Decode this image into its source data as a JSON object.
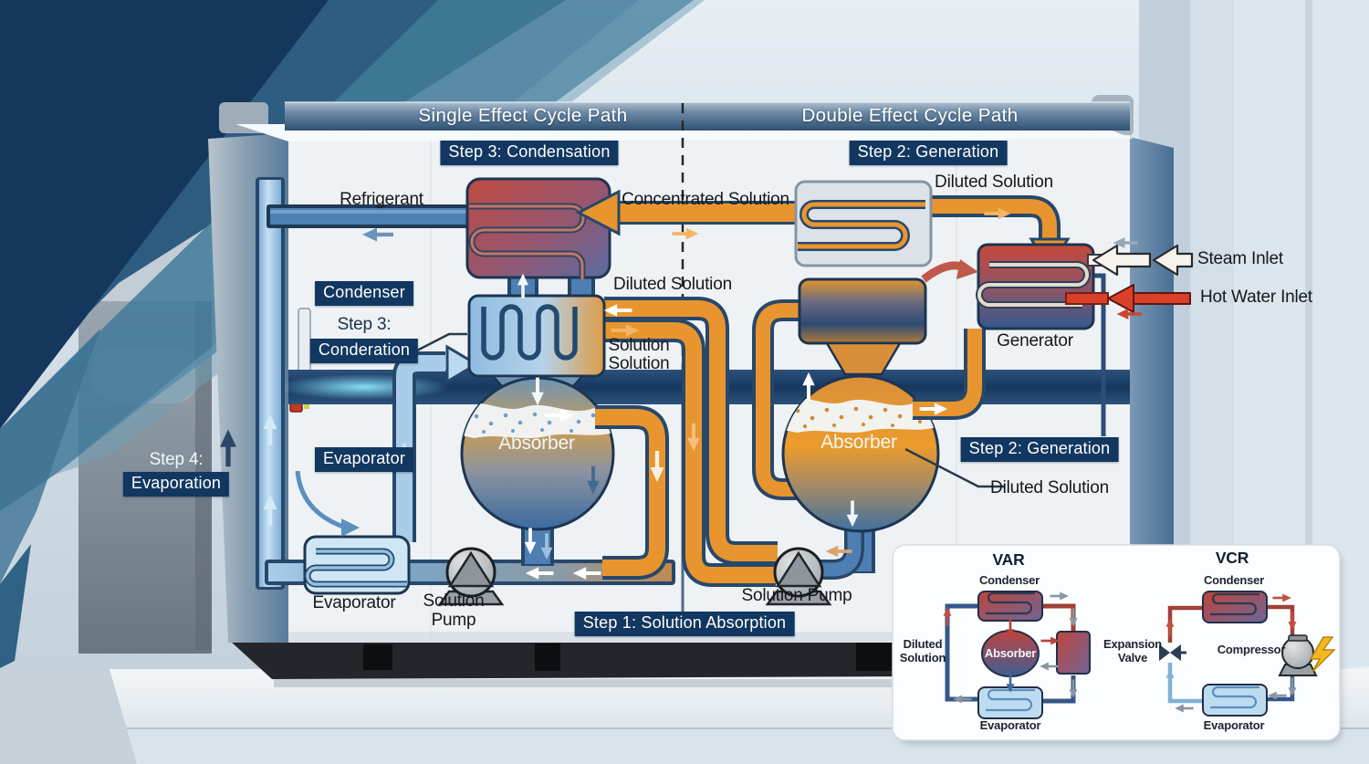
{
  "colors": {
    "badge_navy": "#123760",
    "header_steel": "#5f7e9c",
    "pipe_orange": "#e8952f",
    "pipe_blue": "#4d7fb2",
    "pipe_light_blue": "#a9cde9",
    "band_navy": "#1c3e64",
    "hot_water_red": "#d8402a",
    "steam_white": "#f6f3ec",
    "lightning_yellow": "#f2b722",
    "label_dark": "#15181c"
  },
  "headers": {
    "single": "Single Effect Cycle Path",
    "double": "Double Effect Cycle Path"
  },
  "badges": {
    "step3_condensation": "Step 3: Condensation",
    "step2_generation_top": "Step 2: Generation",
    "condenser": "Condenser",
    "step3_prefix": "Step 3:",
    "conderation": "Conderation",
    "evaporator": "Evaporator",
    "step4_prefix": "Step 4:",
    "evaporation": "Evaporation",
    "step2_generation_mid": "Step 2: Generation",
    "step1_solution_absorption": "Step 1: Solution Absorption"
  },
  "labels": {
    "refrigerant": "Refrigerant",
    "concentrated_solution": "Concentrated Solution",
    "diluted_solution_left": "Diluted Solution",
    "solution_stack_line1": "Solution",
    "solution_stack_line2": "Solution",
    "diluted_solution_top_right": "Diluted Solution",
    "steam_inlet": "Steam Inlet",
    "hot_water_inlet": "Hot Water Inlet",
    "generator": "Generator",
    "diluted_solution_right": "Diluted Solution",
    "absorber_left": "Absorber",
    "absorber_right": "Absorber",
    "evaporator_coil": "Evaporator",
    "solution_pump_left_line1": "Solution",
    "solution_pump_left_line2": "Pump",
    "solution_pump_right": "Solution Pump"
  },
  "inset": {
    "var": {
      "title": "VAR",
      "condenser": "Condenser",
      "diluted_line1": "Diluted",
      "diluted_line2": "Solution",
      "absorber": "Absorber",
      "evaporator": "Evaporator"
    },
    "expansion_valve_line1": "Expansion",
    "expansion_valve_line2": "Valve",
    "vcr": {
      "title": "VCR",
      "condenser": "Condenser",
      "compressor": "Compressor",
      "evaporator": "Evaporator"
    }
  }
}
